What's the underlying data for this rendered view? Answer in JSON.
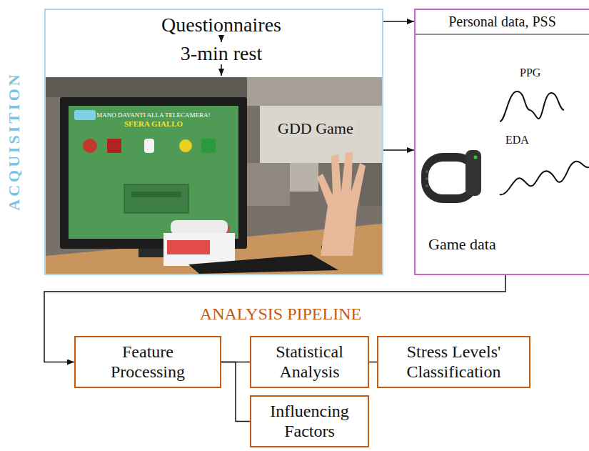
{
  "diagram": {
    "nodes": [
      {
        "text": [
          "Questionnaires",
          "3-min rest"
        ]
      },
      {
        "text": [
          "GDD Game"
        ],
        "in": 0
      },
      {
        "text": [
          "Personal data, PSS",
          "Game data"
        ]
      },
      {
        "text": [
          "Feature Processing"
        ]
      },
      {
        "text": [
          "Statistical Analysis"
        ]
      },
      {
        "text": [
          "Stress Levels' Classification"
        ]
      },
      {
        "text": [
          "Influencing Factors"
        ]
      }
    ],
    "edges": [
      {
        "from": 0,
        "to": 2,
        "arrow": "to"
      },
      {
        "from": 1,
        "to": 2,
        "arrow": "to"
      },
      {
        "from": 2,
        "to": 3,
        "arrow": "to"
      },
      {
        "from": 3,
        "to": 4,
        "arrow": "none"
      },
      {
        "from": 3,
        "to": 6,
        "arrow": "none"
      },
      {
        "from": 4,
        "to": 5,
        "arrow": "none"
      }
    ],
    "labels": [
      "ACQUISITION",
      "MANO DAVANTI ALLA TELECAMERA!",
      "SFERA GIALLO",
      "PPG",
      "EDA",
      "ANALYSIS PIPELINE"
    ]
  }
}
